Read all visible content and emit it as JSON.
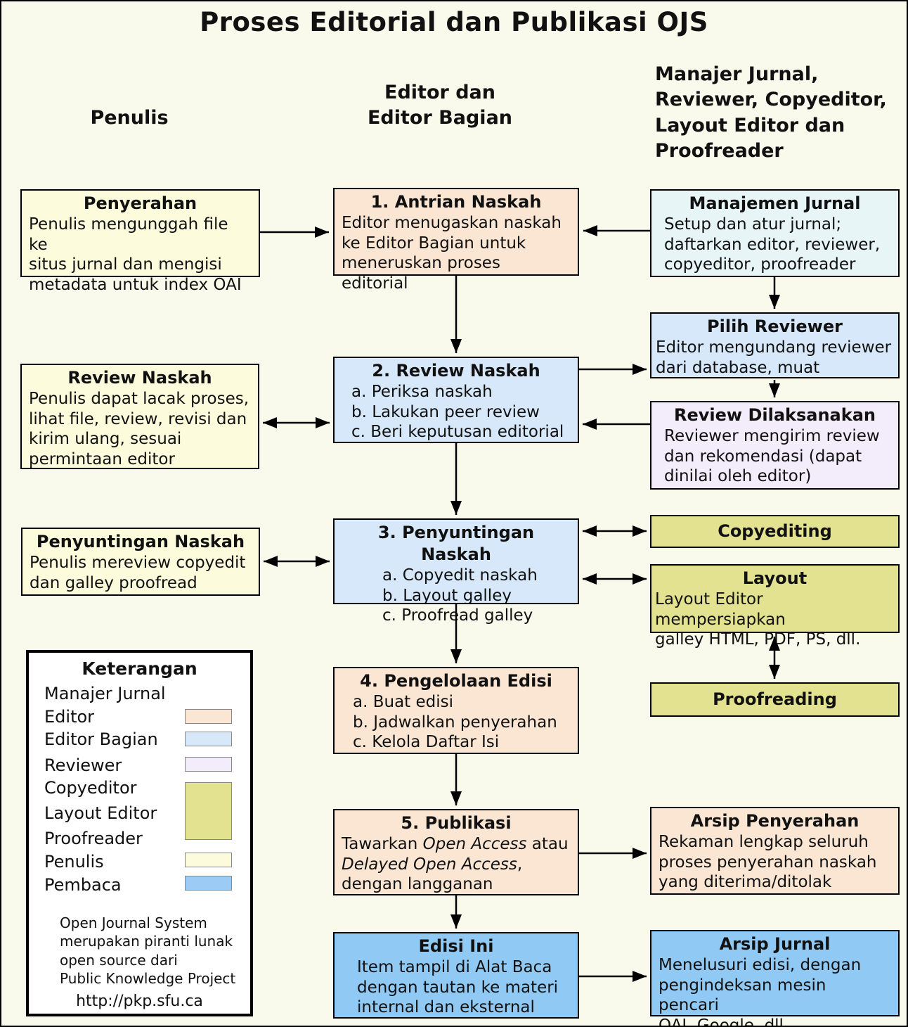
{
  "title": "Proses Editorial dan Publikasi OJS",
  "columns": {
    "penulis": "Penulis",
    "editor": "Editor dan\nEditor Bagian",
    "others": "Manajer Jurnal,\nReviewer, Copyeditor,\nLayout Editor dan\nProofreader"
  },
  "boxes": {
    "penyerahan": {
      "title": "Penyerahan",
      "body": "Penulis mengunggah file ke\nsitus jurnal dan mengisi\nmetadata untuk index OAI"
    },
    "antrian": {
      "title": "1. Antrian Naskah",
      "body": "Editor menugaskan naskah\nke Editor Bagian untuk\nmeneruskan proses editorial"
    },
    "manajemen": {
      "title": "Manajemen Jurnal",
      "body": "Setup dan atur jurnal;\ndaftarkan editor, reviewer,\ncopyeditor, proofreader"
    },
    "pilih_reviewer": {
      "title": "Pilih Reviewer",
      "body": "Editor mengundang reviewer\ndari database, muat"
    },
    "review_naskah_penulis": {
      "title": "Review Naskah",
      "body": "Penulis dapat lacak proses,\nlihat file, review, revisi dan\nkirim ulang, sesuai\npermintaan editor"
    },
    "review_naskah": {
      "title": "2. Review Naskah",
      "items": [
        "a. Periksa naskah",
        "b. Lakukan peer review",
        "c. Beri keputusan editorial"
      ]
    },
    "review_dilaksanakan": {
      "title": "Review Dilaksanakan",
      "body": "Reviewer mengirim review\ndan rekomendasi (dapat\ndinilai oleh editor)"
    },
    "penyuntingan_penulis": {
      "title": "Penyuntingan Naskah",
      "body": "Penulis mereview copyedit\ndan galley proofread"
    },
    "penyuntingan": {
      "title": "3. Penyuntingan Naskah",
      "items": [
        "a. Copyedit naskah",
        "b. Layout galley",
        "c. Proofread galley"
      ]
    },
    "copyediting": {
      "title": "Copyediting"
    },
    "layout": {
      "title": "Layout",
      "body": "Layout Editor mempersiapkan\ngalley HTML, PDF, PS, dll."
    },
    "pengelolaan": {
      "title": "4. Pengelolaan Edisi",
      "items": [
        "a. Buat edisi",
        "b. Jadwalkan penyerahan",
        "c. Kelola Daftar Isi"
      ]
    },
    "proofreading": {
      "title": "Proofreading"
    },
    "publikasi": {
      "title": "5. Publikasi",
      "body_rich": [
        {
          "t": "Tawarkan "
        },
        {
          "t": "Open Access",
          "i": true
        },
        {
          "t": " atau\n"
        },
        {
          "t": "Delayed Open Access",
          "i": true
        },
        {
          "t": ",\ndengan langganan"
        }
      ]
    },
    "arsip_penyerahan": {
      "title": "Arsip Penyerahan",
      "body": "Rekaman lengkap seluruh\nproses penyerahan naskah\nyang diterima/ditolak"
    },
    "edisi_ini": {
      "title": "Edisi Ini",
      "body": "Item tampil di Alat Baca\ndengan tautan ke materi\ninternal dan eksternal"
    },
    "arsip_jurnal": {
      "title": "Arsip Jurnal",
      "body": "Menelusuri edisi, dengan\npengindeksan mesin pencari\nOAI, Google, dll"
    }
  },
  "legend": {
    "title": "Keterangan",
    "labels": [
      "Manajer Jurnal",
      "Editor",
      "Editor Bagian",
      "Reviewer",
      "Copyeditor",
      "Layout Editor",
      "Proofreader",
      "Penulis",
      "Pembaca"
    ],
    "swatches": {
      "editor": "#FAE6D3",
      "editor_bagian": "#D7E8FB",
      "reviewer": "#F2ECFB",
      "copyeditor_layout_proofreader": "#E3E290",
      "penulis": "#FCFCDC",
      "pembaca": "#9CCBF5"
    },
    "footer": "Open Journal System\nmerupakan piranti lunak\nopen source dari\nPublic Knowledge Project",
    "url": "http://pkp.sfu.ca"
  },
  "colors": {
    "page_bg": "#FAFAEC",
    "penulis_box": "#FCFCDC",
    "editor_box": "#FAE6D3",
    "editor_bagian_box": "#D7E8FB",
    "reviewer_box": "#F2ECFB",
    "copyeditor_layout_proofreader_box": "#E3E290",
    "manajer_jurnal_box": "#E7F5F7",
    "pembaca_box": "#90C9F4",
    "arrow": "#000000",
    "border": "#000000"
  }
}
